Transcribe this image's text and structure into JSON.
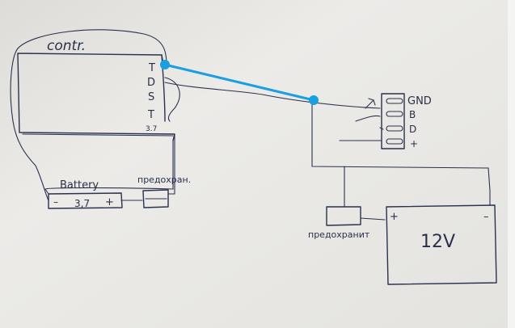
{
  "controller": {
    "label": "contr.",
    "pins": [
      "T",
      "D",
      "S",
      "T"
    ],
    "voltage": "3.7"
  },
  "battery": {
    "label": "Battery",
    "minus": "–",
    "value": "3,7",
    "plus": "+"
  },
  "fuse_left": {
    "label": "предохран."
  },
  "connector": {
    "pins": [
      "GND",
      "B",
      "D",
      "+"
    ]
  },
  "fuse_right": {
    "label": "предохранит"
  },
  "power_supply": {
    "plus": "+",
    "minus": "–",
    "label": "12V"
  },
  "highlight_wire_color": "#1a9fe0",
  "ink_color": "#2b3150",
  "paper_color": "#e9e8e5"
}
